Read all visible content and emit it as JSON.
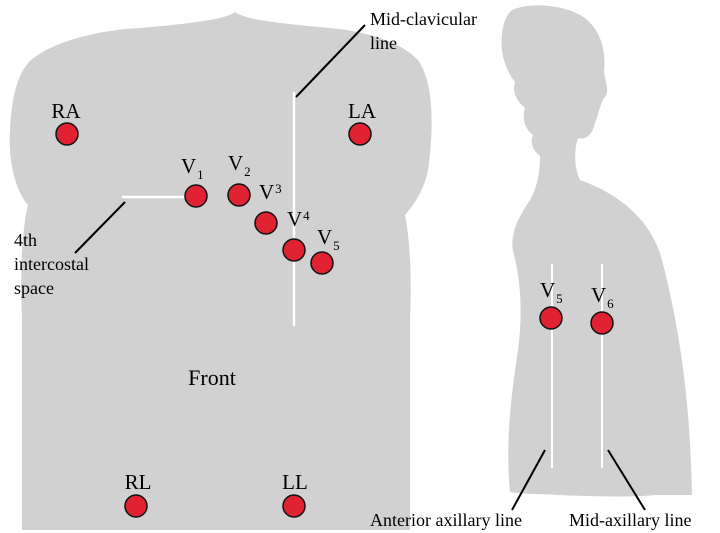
{
  "diagram": {
    "colors": {
      "body": "#d1d1d1",
      "electrode": "#e02232",
      "electrode_outline": "#111111",
      "guide_line": "#ffffff",
      "pointer": "#000000"
    },
    "front_label": "Front",
    "limb_electrodes": {
      "ra": "RA",
      "la": "LA",
      "rl": "RL",
      "ll": "LL"
    },
    "chest_electrodes": {
      "v1": {
        "letter": "V",
        "sub": "1"
      },
      "v2": {
        "letter": "V",
        "sub": "2"
      },
      "v3": {
        "letter": "V",
        "sub": "3"
      },
      "v4": {
        "letter": "V",
        "sub": "4"
      },
      "v5": {
        "letter": "V",
        "sub": "5"
      }
    },
    "side_electrodes": {
      "v5": {
        "letter": "V",
        "sub": "5"
      },
      "v6": {
        "letter": "V",
        "sub": "6"
      }
    },
    "annotations": {
      "mid_clavicular": [
        "Mid-clavicular",
        "line"
      ],
      "intercostal": [
        "4th",
        "intercostal",
        "space"
      ],
      "anterior_axillary": "Anterior axillary line",
      "mid_axillary": "Mid-axillary line"
    }
  }
}
